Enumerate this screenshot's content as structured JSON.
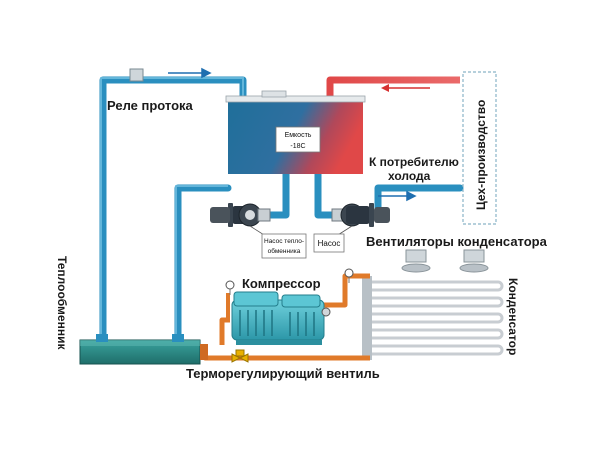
{
  "labels": {
    "flow_relay": "Реле протока",
    "tank_line1": "Емкость",
    "tank_line2": "-18С",
    "consumer_line1": "К потребителю",
    "consumer_line2": "холода",
    "workshop": "Цех-производство",
    "pump_heat_line1": "Насос тепло-",
    "pump_heat_line2": "обменника",
    "pump": "Насос",
    "fans": "Вентиляторы конденсатора",
    "compressor": "Компрессор",
    "condenser": "Конденсатор",
    "heat_exchanger": "Теплообменник",
    "thermo_valve": "Терморегулирующий вентиль"
  },
  "colors": {
    "water_pipe": "#2a8fbf",
    "water_pipe_dark": "#1f6f99",
    "tank_top": "#d64040",
    "tank_bottom": "#1f6f9a",
    "hot_pipe": "#e05050",
    "refrigerant_pipe": "#e07a2a",
    "compressor": "#4db8c8",
    "heat_exchanger": "#2e8a86",
    "condenser_coil": "#c8cdd2",
    "arrow": "#1f6fb0",
    "hot_arrow": "#d63030",
    "valve": "#e8b000",
    "workshop_border": "#8ab4c8"
  }
}
